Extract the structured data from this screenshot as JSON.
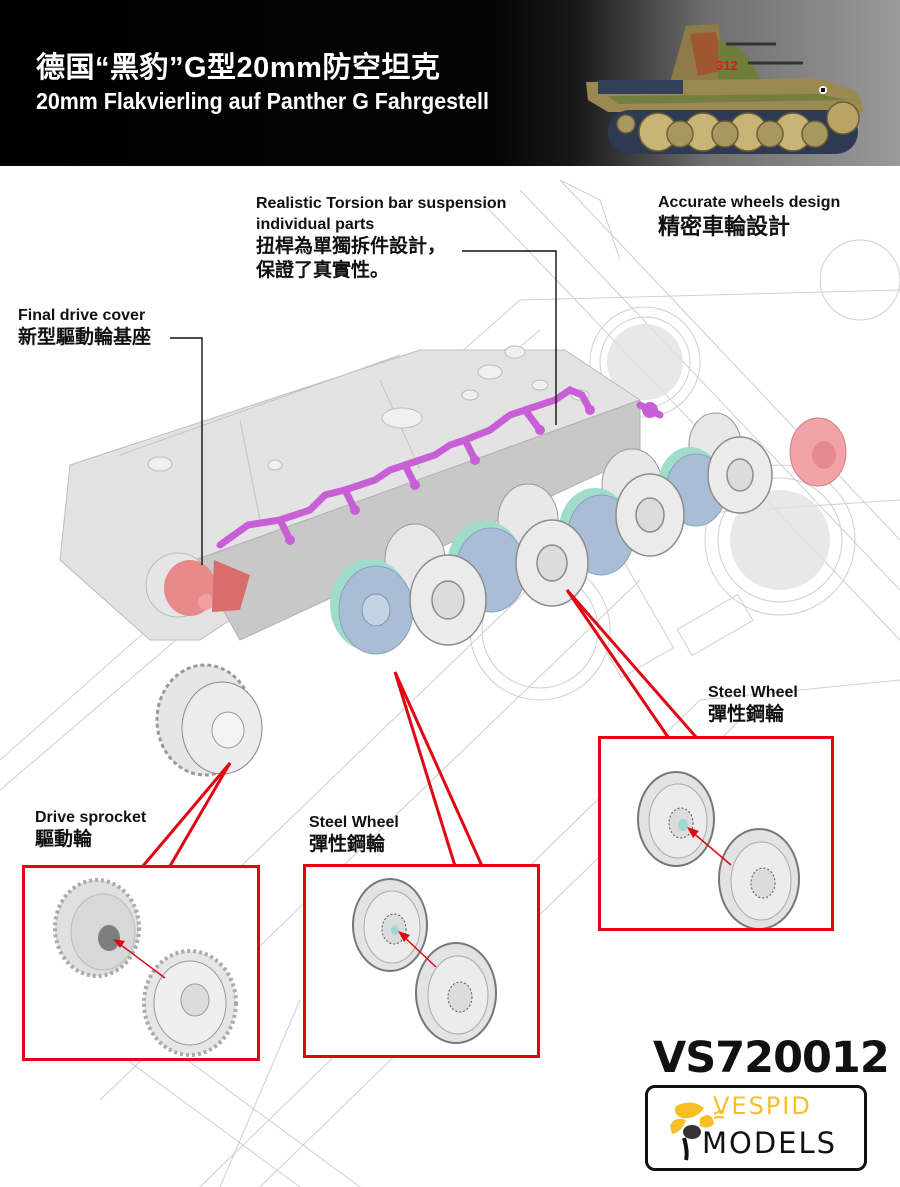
{
  "header": {
    "title_cn": "德国“黑豹”G型20mm防空坦克",
    "title_en": "20mm Flakvierling auf Panther G Fahrgestell",
    "tank_marking": "312"
  },
  "callouts": {
    "torsion_bar": {
      "en_line1": "Realistic Torsion bar suspension",
      "en_line2": "individual parts",
      "cn_line1": "扭桿為單獨拆件設計，",
      "cn_line2": "保證了真實性。"
    },
    "wheels": {
      "en": "Accurate wheels design",
      "cn": "精密車輪設計"
    },
    "final_drive": {
      "en": "Final drive cover",
      "cn": "新型驅動輪基座"
    },
    "drive_sprocket": {
      "en": "Drive sprocket",
      "cn": "驅動輪"
    },
    "steel_wheel_left": {
      "en": "Steel Wheel",
      "cn": "彈性鋼輪"
    },
    "steel_wheel_right": {
      "en": "Steel Wheel",
      "cn": "彈性鋼輪"
    }
  },
  "colors": {
    "callout_red": "#e10613",
    "torsion_bar_magenta": "#c95fd6",
    "final_drive_pink": "#e88a8a",
    "idler_pink": "#f2a3a8",
    "wheel_blue": "#a9bed6",
    "wheel_teal": "#9fdccb",
    "hull_grey": "#d6d6d6",
    "brand_yellow": "#f5bf25"
  },
  "branding": {
    "product_code": "VS720012",
    "brand_line1": "VESPID",
    "brand_line2": "MODELS"
  }
}
